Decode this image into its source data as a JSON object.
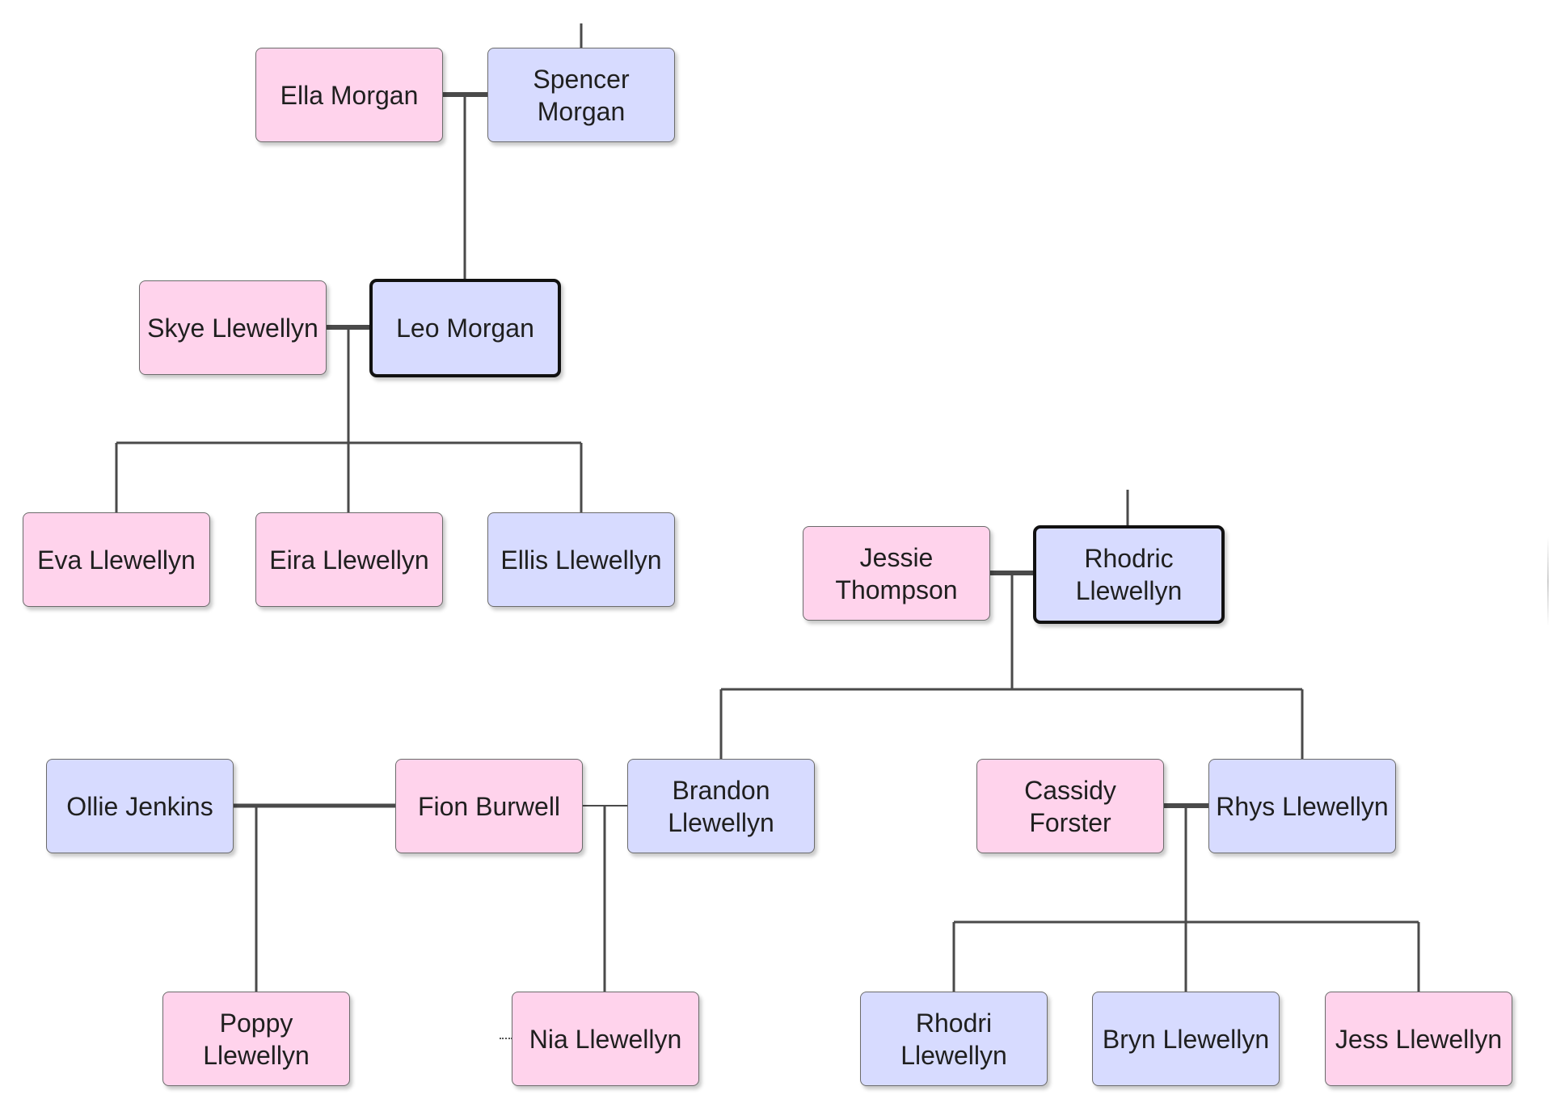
{
  "colors": {
    "female": "#ffd3ec",
    "male": "#d7dbff",
    "line": "#4a4a4a",
    "focus_border": "#111111"
  },
  "people": {
    "ella_morgan": "Ella Morgan",
    "spencer_morgan": "Spencer Morgan",
    "skye_llewellyn": "Skye Llewellyn",
    "leo_morgan": "Leo Morgan",
    "eva_llewellyn": "Eva Llewellyn",
    "eira_llewellyn": "Eira Llewellyn",
    "ellis_llewellyn": "Ellis Llewellyn",
    "jessie_thompson": "Jessie Thompson",
    "rhodric_llewellyn": "Rhodric Llewellyn",
    "ollie_jenkins": "Ollie Jenkins",
    "fion_burwell": "Fion Burwell",
    "brandon_llewellyn": "Brandon Llewellyn",
    "cassidy_forster": "Cassidy Forster",
    "rhys_llewellyn": "Rhys Llewellyn",
    "poppy_llewellyn": "Poppy Llewellyn",
    "nia_llewellyn": "Nia Llewellyn",
    "rhodri_llewellyn": "Rhodri Llewellyn",
    "bryn_llewellyn": "Bryn Llewellyn",
    "jess_llewellyn": "Jess Llewellyn"
  }
}
